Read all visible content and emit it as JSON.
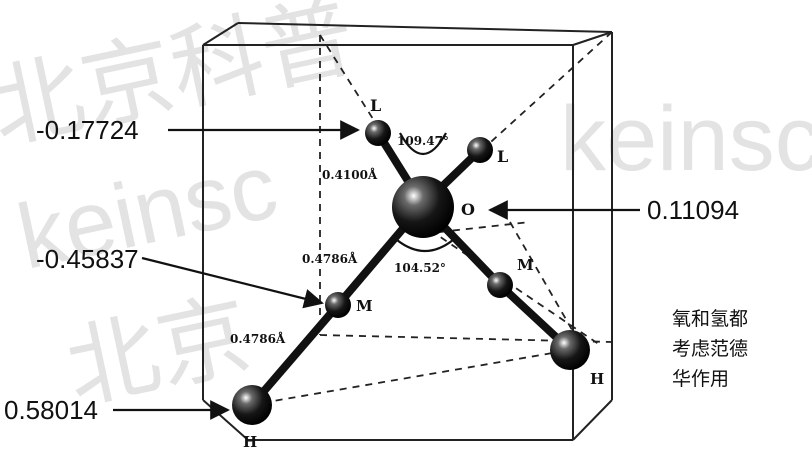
{
  "watermark": {
    "line1": "北京科普",
    "line2": "keinsc",
    "line3": "北京"
  },
  "atoms": {
    "l1": "L",
    "l2": "L",
    "o": "O",
    "m1": "M",
    "m2": "M",
    "h1": "H",
    "h2": "H"
  },
  "charges": {
    "l": "-0.17724",
    "o": "0.11094",
    "m": "-0.45837",
    "h": "0.58014"
  },
  "geometry": {
    "angle_top": "109.47°",
    "angle_bottom": "104.52°",
    "bond_ol": "0.4100Å",
    "bond_om": "0.4786Å",
    "bond_mh": "0.4786Å"
  },
  "note": [
    "氧和氢都",
    "考虑范德",
    "华作用"
  ]
}
